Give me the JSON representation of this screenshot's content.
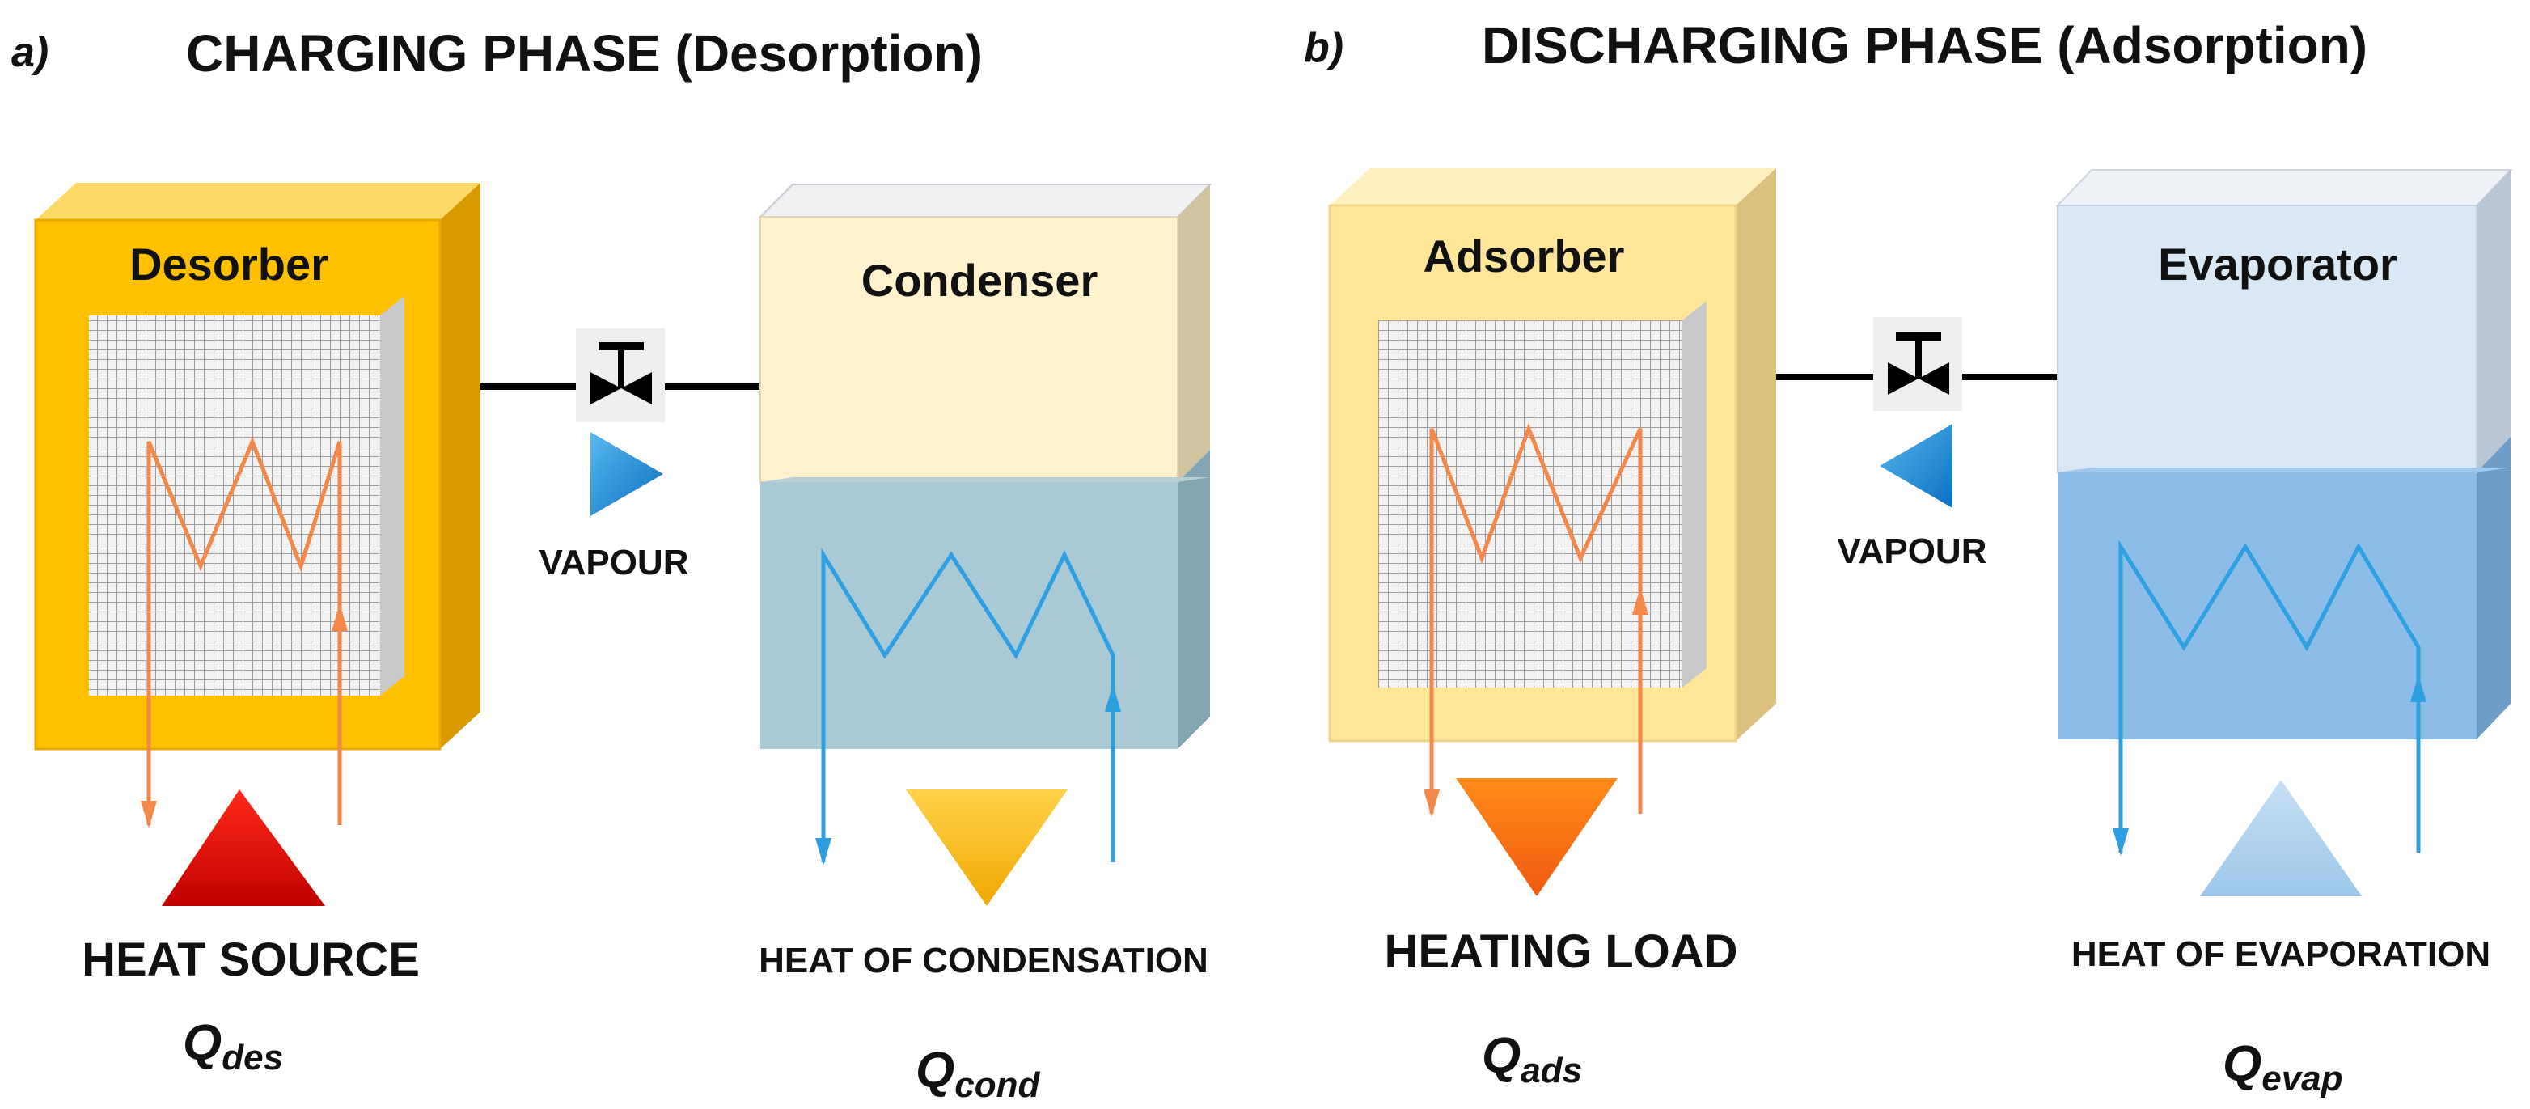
{
  "panel_a": {
    "tag": "a)",
    "title": "CHARGING PHASE (Desorption)",
    "left_vessel": "Desorber",
    "right_vessel": "Condenser",
    "vapour": "VAPOUR",
    "left_heat_label": "HEAT SOURCE",
    "left_q_symbol": "Q",
    "left_q_sub": "des",
    "right_heat_label": "HEAT OF CONDENSATION",
    "right_q_symbol": "Q",
    "right_q_sub": "cond"
  },
  "panel_b": {
    "tag": "b)",
    "title": "DISCHARGING PHASE (Adsorption)",
    "left_vessel": "Adsorber",
    "right_vessel": "Evaporator",
    "vapour": "VAPOUR",
    "left_heat_label": "HEATING LOAD",
    "left_q_symbol": "Q",
    "left_q_sub": "ads",
    "right_heat_label": "HEAT OF EVAPORATION",
    "right_q_symbol": "Q",
    "right_q_sub": "evap"
  },
  "colors": {
    "desorber_front": "#ffc000",
    "adsorber_front": "#ffe699",
    "condenser_top": "#fff2cc",
    "condenser_liquid": "#a9c9d4",
    "evaporator_top": "#dae7f5",
    "evaporator_liquid": "#8cbde6",
    "hot_coil": "#f4874a",
    "cold_coil": "#2e9fe0",
    "heat_source_triangle": "#dd0000",
    "condensation_triangle": "#ffc000",
    "heating_load_triangle": "#f97316",
    "evaporation_triangle": "#b4d3ee",
    "vapour_arrow": "#1a8fd8"
  }
}
